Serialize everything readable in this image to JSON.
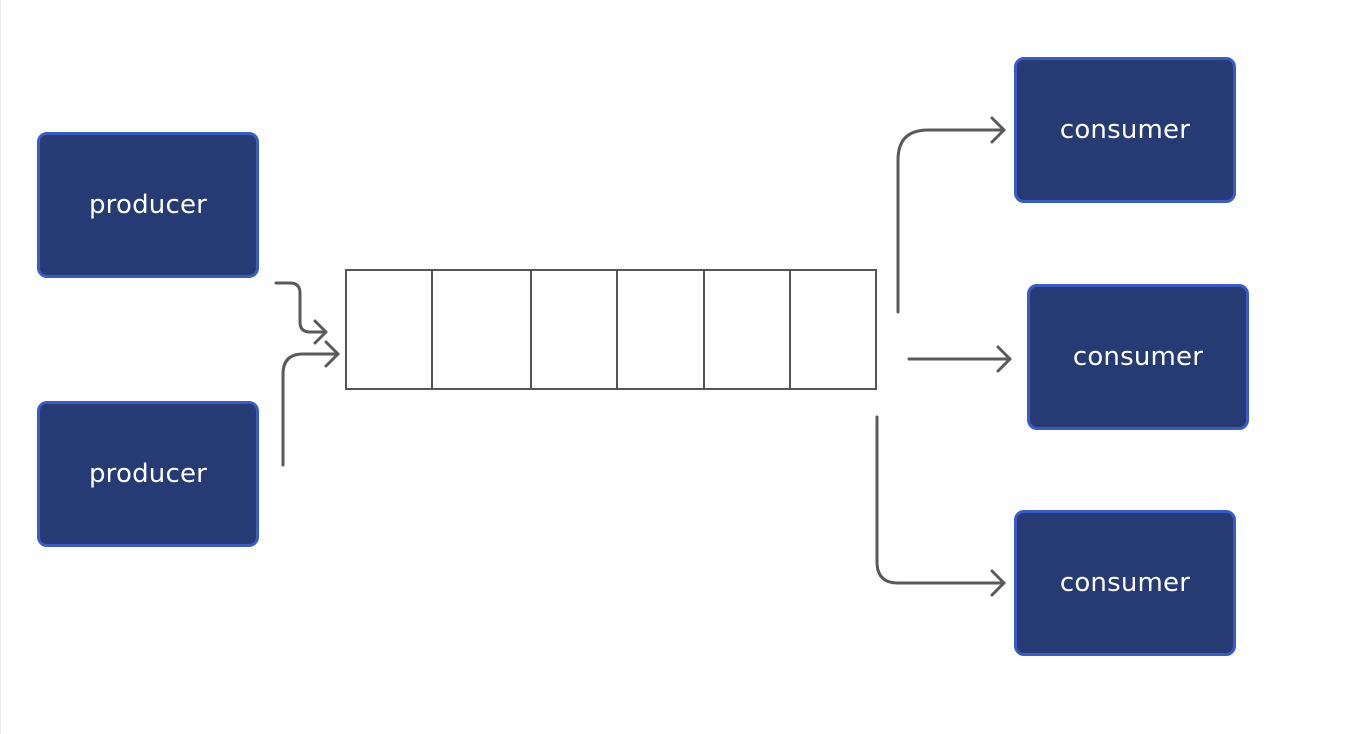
{
  "producers": [
    {
      "label": "producer"
    },
    {
      "label": "producer"
    }
  ],
  "consumers": [
    {
      "label": "consumer"
    },
    {
      "label": "consumer"
    },
    {
      "label": "consumer"
    }
  ],
  "queue": {
    "slot_count": 6
  },
  "colors": {
    "node_fill": "#263b74",
    "node_border": "#3a5bc7",
    "node_text": "#ffffff",
    "line": "#5a5a5a",
    "queue_border": "#555555"
  }
}
